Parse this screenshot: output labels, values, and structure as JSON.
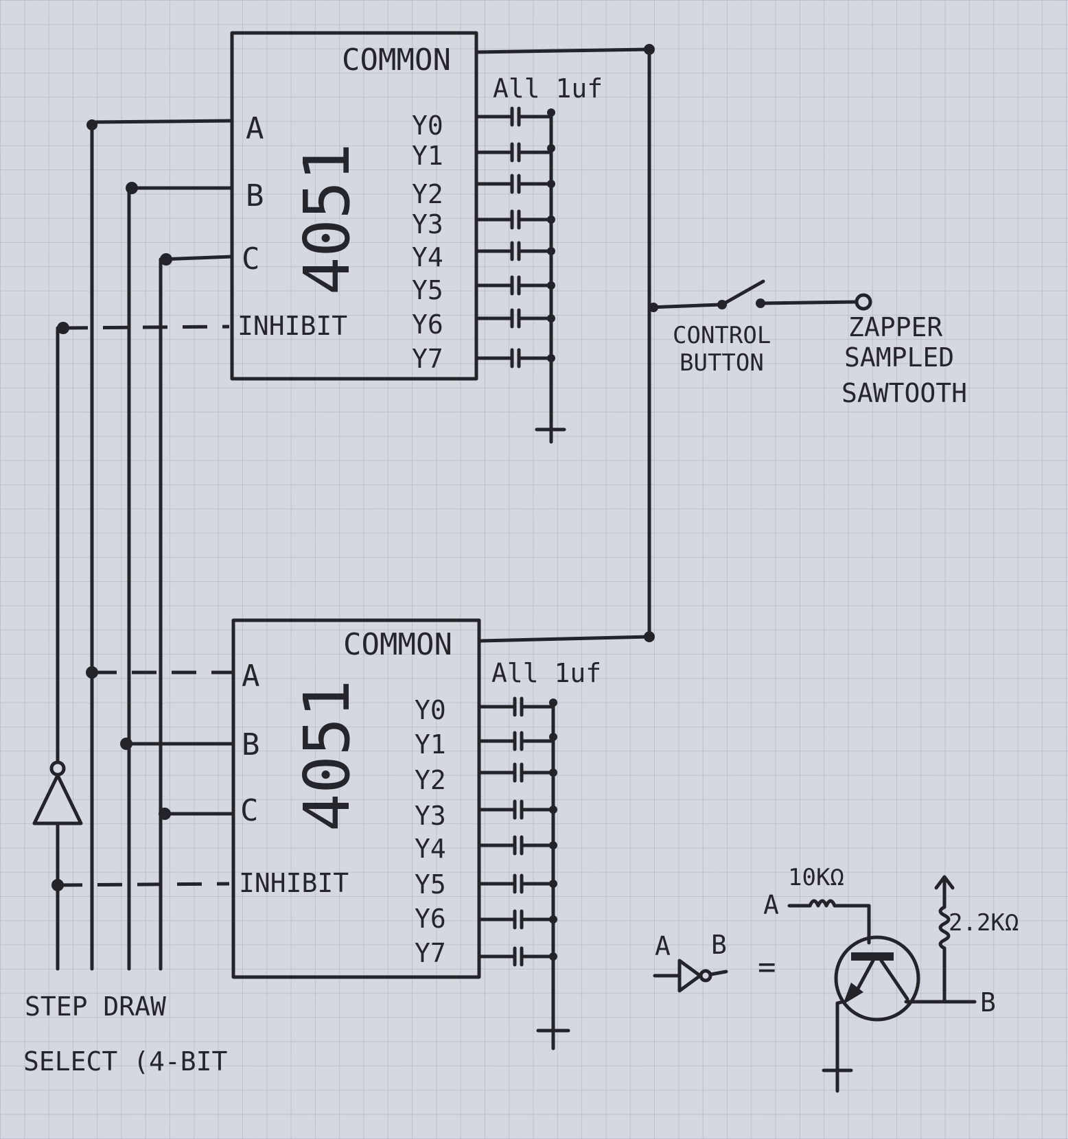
{
  "top_chip": {
    "id": "4051",
    "common": "COMMON",
    "cap_note": "All 1uf",
    "pins_left": [
      "A",
      "B",
      "C",
      "INHIBIT"
    ],
    "pins_right": [
      "Y0",
      "Y1",
      "Y2",
      "Y3",
      "Y4",
      "Y5",
      "Y6",
      "Y7"
    ]
  },
  "bottom_chip": {
    "id": "4051",
    "common": "COMMON",
    "cap_note": "All 1uf",
    "pins_left": [
      "A",
      "B",
      "C",
      "INHIBIT"
    ],
    "pins_right": [
      "Y0",
      "Y1",
      "Y2",
      "Y3",
      "Y4",
      "Y5",
      "Y6",
      "Y7"
    ]
  },
  "switch": {
    "label_line1": "CONTROL",
    "label_line2": "BUTTON"
  },
  "output": {
    "line1": "ZAPPER",
    "line2": "SAMPLED",
    "line3": "SAWTOOTH"
  },
  "bus": {
    "line1": "STEP DRAW",
    "line2": "SELECT (4-BIT"
  },
  "inverter_detail": {
    "in": "A",
    "out": "B",
    "equals": "=",
    "resistor_base": "10KΩ",
    "resistor_pullup": "2.2KΩ",
    "node_a": "A",
    "node_b": "B"
  }
}
